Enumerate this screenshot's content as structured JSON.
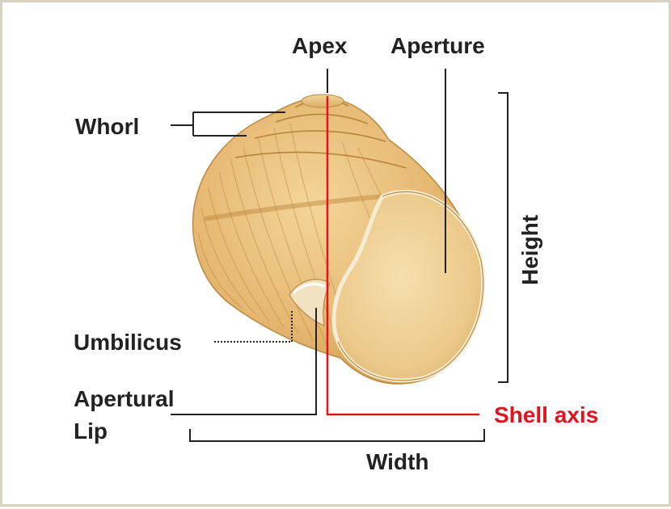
{
  "diagram": {
    "labels": {
      "apex": "Apex",
      "aperture": "Aperture",
      "whorl": "Whorl",
      "height": "Height",
      "umbilicus": "Umbilicus",
      "apertural_lip_line1": "Apertural",
      "apertural_lip_line2": "Lip",
      "shell_axis": "Shell axis",
      "width": "Width"
    }
  },
  "colors": {
    "shell_axis": "#e0141c",
    "leader_lines": "#222222",
    "shell_body": "#e7be78",
    "frame_border": "#d8d2c2"
  }
}
